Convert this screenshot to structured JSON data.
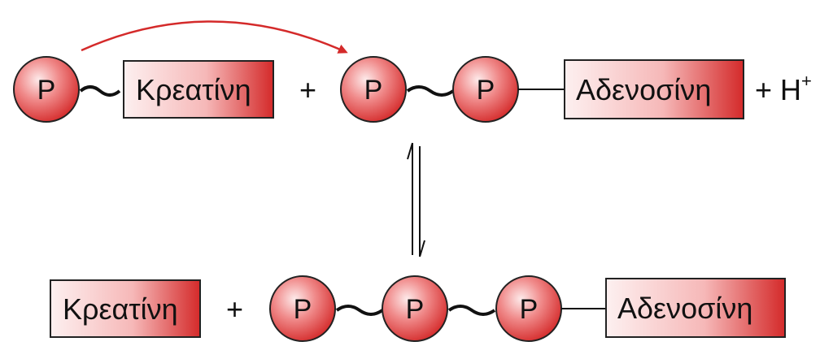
{
  "top_row": {
    "phosphate_1": "P",
    "creatine_label": "Κρεατίνη",
    "plus_1": "+",
    "phosphate_2": "P",
    "phosphate_3": "P",
    "adenosine_label": "Αδενοσίνη",
    "plus_2": "+ H",
    "h_charge": "+"
  },
  "bottom_row": {
    "creatine_label": "Κρεατίνη",
    "plus": "+",
    "phosphate_1": "P",
    "phosphate_2": "P",
    "phosphate_3": "P",
    "adenosine_label": "Αδενοσίνη"
  },
  "colors": {
    "red_accent": "#d42a2a",
    "box_light": "#fbe3e3"
  },
  "arrows": {
    "transfer_arrow": "curved red arrow from creatine phosphate to ADP",
    "equilibrium": "reversible reaction arrows"
  }
}
